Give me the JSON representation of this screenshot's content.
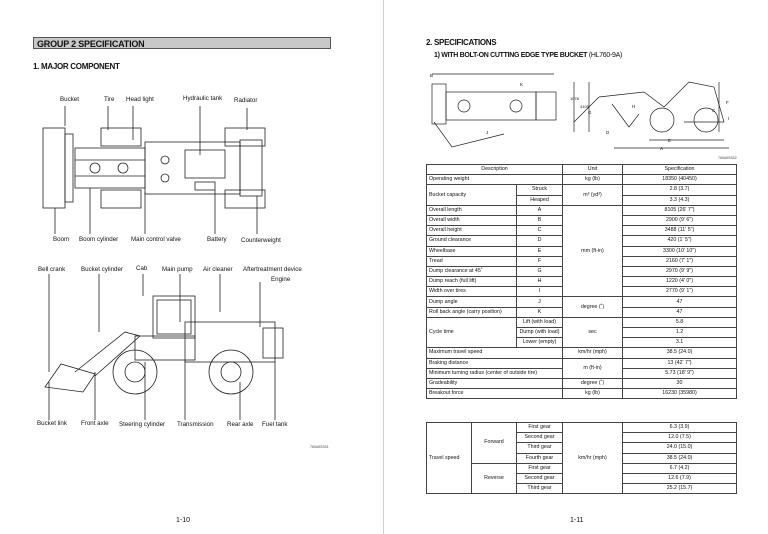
{
  "left": {
    "group_title": "GROUP  2  SPECIFICATION",
    "section_title": "1. MAJOR COMPONENT",
    "top_labels": [
      "Bucket",
      "Tire",
      "Head light",
      "Hydraulic tank",
      "Radiator"
    ],
    "mid_labels": [
      "Boom",
      "Boom cylinder",
      "Main control valve",
      "Battery",
      "Counterweight"
    ],
    "side_top_labels": [
      "Bell crank",
      "Bucket cylinder",
      "Cab",
      "Main pump",
      "Air cleaner",
      "Aftertreatment device",
      "Engine"
    ],
    "bottom_labels": [
      "Bucket link",
      "Front axle",
      "Steering cylinder",
      "Transmission",
      "Rear axle",
      "Fuel tank"
    ],
    "drawing_code": "760A9SS01",
    "page_number": "1-10"
  },
  "right": {
    "section_title": "2. SPECIFICATIONS",
    "subsection_title": "1) WITH BOLT-ON CUTTING EDGE TYPE BUCKET",
    "model": "(HL760-9A)",
    "dim_letters": [
      "B",
      "K",
      "J",
      "G",
      "H",
      "D",
      "E",
      "F",
      "I",
      "A",
      "C"
    ],
    "dim_values": [
      "1078",
      "4105"
    ],
    "drawing_code": "760A9SS02",
    "page_number": "1-11",
    "table": {
      "headers": [
        "Description",
        "Unit",
        "Specification"
      ],
      "rows": [
        {
          "desc": "Operating weight",
          "sub": "",
          "unit": "kg (lb)",
          "spec": "18350 (40450)"
        },
        {
          "desc": "Bucket capacity",
          "sub": "Struck",
          "unit": "m³ (yd³)",
          "spec": "2.8 (3.7)"
        },
        {
          "desc": "",
          "sub": "Heaped",
          "unit": "",
          "spec": "3.3 (4.3)"
        },
        {
          "desc": "Overall length",
          "sub": "A",
          "unit": "",
          "spec": "8105 (26' 7\")"
        },
        {
          "desc": "Overall width",
          "sub": "B",
          "unit": "",
          "spec": "2900 (9' 6\")"
        },
        {
          "desc": "Overall height",
          "sub": "C",
          "unit": "",
          "spec": "3488 (11' 5\")"
        },
        {
          "desc": "Ground clearance",
          "sub": "D",
          "unit": "",
          "spec": "420 (1' 5\")"
        },
        {
          "desc": "Wheelbase",
          "sub": "E",
          "unit": "mm (ft-in)",
          "spec": "3300 (10' 10\")"
        },
        {
          "desc": "Tread",
          "sub": "F",
          "unit": "",
          "spec": "2160 (7' 1\")"
        },
        {
          "desc": "Dump clearance at 45˚",
          "sub": "G",
          "unit": "",
          "spec": "2970 (9' 9\")"
        },
        {
          "desc": "Dump reach (full lift)",
          "sub": "H",
          "unit": "",
          "spec": "1220 (4' 0\")"
        },
        {
          "desc": "Width over tires",
          "sub": "I",
          "unit": "",
          "spec": "2770 (9' 1\")"
        },
        {
          "desc": "Dump angle",
          "sub": "J",
          "unit": "degree (˚)",
          "spec": "47"
        },
        {
          "desc": "Roll back angle (carry position)",
          "sub": "K",
          "unit": "",
          "spec": "47"
        },
        {
          "desc": "Cycle time",
          "sub": "Lift (with load)",
          "unit": "sec",
          "spec": "5.8"
        },
        {
          "desc": "",
          "sub": "Dump (with load)",
          "unit": "",
          "spec": "1.2"
        },
        {
          "desc": "",
          "sub": "Lower (empty)",
          "unit": "",
          "spec": "3.1"
        },
        {
          "desc": "Maximum travel speed",
          "sub": "",
          "unit": "km/hr (mph)",
          "spec": "38.5 (24.0)"
        },
        {
          "desc": "Braking distance",
          "sub": "",
          "unit": "m (ft-in)",
          "spec": "13 (42' 7\")"
        },
        {
          "desc": "Minimum turning radius (center of outside tire)",
          "sub": "",
          "unit": "",
          "spec": "5.73 (18' 9\")"
        },
        {
          "desc": "Gradeability",
          "sub": "",
          "unit": "degree (˚)",
          "spec": "30"
        },
        {
          "desc": "Breakout force",
          "sub": "",
          "unit": "kg (lb)",
          "spec": "16230 (35980)"
        }
      ],
      "travel_label": "Travel speed",
      "travel_unit": "km/hr (mph)",
      "forward_label": "Forward",
      "reverse_label": "Reverse",
      "forward": [
        {
          "gear": "First gear",
          "spec": "6.3 (3.9)"
        },
        {
          "gear": "Second gear",
          "spec": "12.0 (7.5)"
        },
        {
          "gear": "Third gear",
          "spec": "24.0 (15.0)"
        },
        {
          "gear": "Fourth gear",
          "spec": "38.5 (24.0)"
        }
      ],
      "reverse": [
        {
          "gear": "First gear",
          "spec": "6.7 (4.2)"
        },
        {
          "gear": "Second gear",
          "spec": "12.6 (7.9)"
        },
        {
          "gear": "Third gear",
          "spec": "25.2 (15.7)"
        }
      ]
    }
  }
}
